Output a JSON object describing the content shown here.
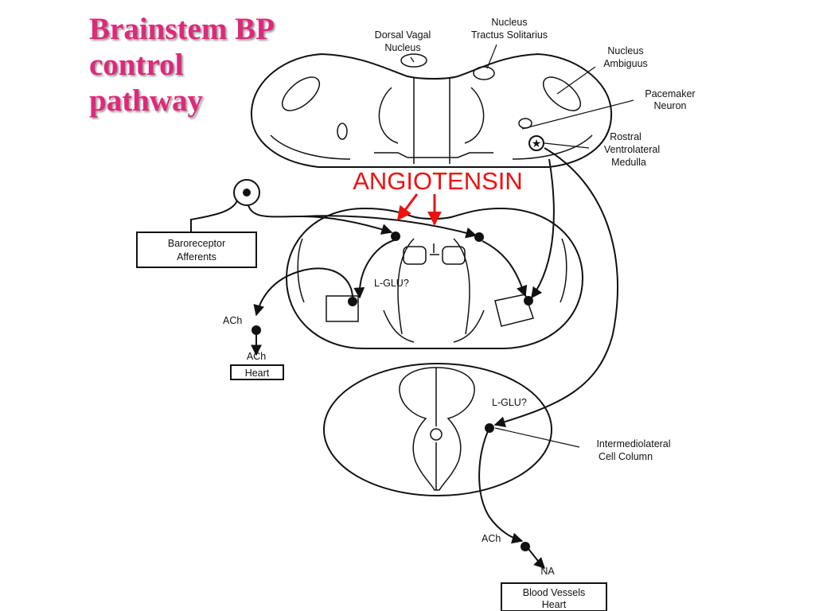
{
  "title": {
    "line1": "Brainstem BP",
    "line2": "control",
    "line3": "pathway"
  },
  "colors": {
    "title": "#e0287a",
    "highlight": "#ee1111",
    "ink": "#111111"
  },
  "labels": {
    "dorsal_vagal_1": "Dorsal Vagal",
    "dorsal_vagal_2": "Nucleus",
    "nts_1": "Nucleus",
    "nts_2": "Tractus Solitarius",
    "ambiguus_1": "Nucleus",
    "ambiguus_2": "Ambiguus",
    "pacemaker_1": "Pacemaker",
    "pacemaker_2": "Neuron",
    "rvlm_1": "Rostral",
    "rvlm_2": "Ventrolateral",
    "rvlm_3": "Medulla",
    "angiotensin": "ANGIOTENSIN",
    "baro_1": "Baroreceptor",
    "baro_2": "Afferents",
    "lglu_medulla": "L-GLU?",
    "ach_upper": "ACh",
    "ach_lower": "ACh",
    "heart": "Heart",
    "lglu_spinal": "L-GLU?",
    "iml_1": "Intermediolateral",
    "iml_2": "Cell Column",
    "ach_vessel": "ACh",
    "na": "NA",
    "vessels_1": "Blood Vessels",
    "vessels_2": "Heart"
  }
}
